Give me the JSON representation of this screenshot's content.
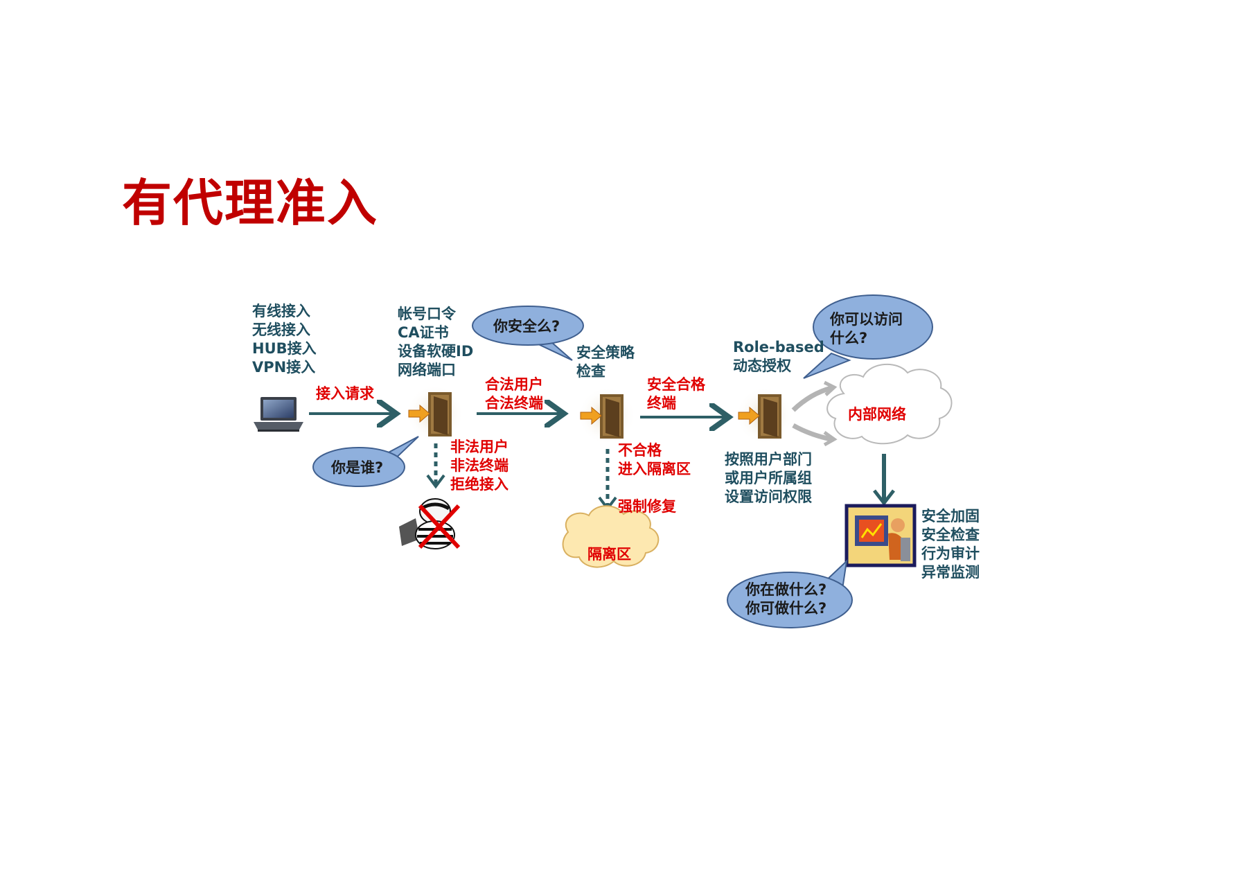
{
  "title": "有代理准入",
  "access_methods": [
    "有线接入",
    "无线接入",
    "HUB接入",
    "VPN接入"
  ],
  "credentials": [
    "帐号口令",
    "CA证书",
    "设备软硬ID",
    "网络端口"
  ],
  "security_policy": [
    "安全策略",
    "检查"
  ],
  "role_based": [
    "Role-based",
    "动态授权"
  ],
  "arrow_access_request": "接入请求",
  "arrow_legal": [
    "合法用户",
    "合法终端"
  ],
  "arrow_compliant": [
    "安全合格",
    "终端"
  ],
  "illegal": [
    "非法用户",
    "非法终端",
    "拒绝接入"
  ],
  "noncompliant": [
    "不合格",
    "进入隔离区"
  ],
  "forced_repair": "强制修复",
  "isolation_zone": "隔离区",
  "internal_network": "内部网络",
  "authorization_rules": [
    "按照用户部门",
    "或用户所属组",
    "设置访问权限"
  ],
  "monitoring": [
    "安全加固",
    "安全检查",
    "行为审计",
    "异常监测"
  ],
  "bubbles": {
    "who": "你是谁?",
    "secure": "你安全么?",
    "access": [
      "你可以访问",
      "什么?"
    ],
    "doing": [
      "你在做什么?",
      "你可做什么?"
    ]
  },
  "colors": {
    "title": "#c00000",
    "teal": "#1f4e5f",
    "red": "#e00000",
    "bubble": "#8fb0dd",
    "arrow": "#2e5f66"
  }
}
